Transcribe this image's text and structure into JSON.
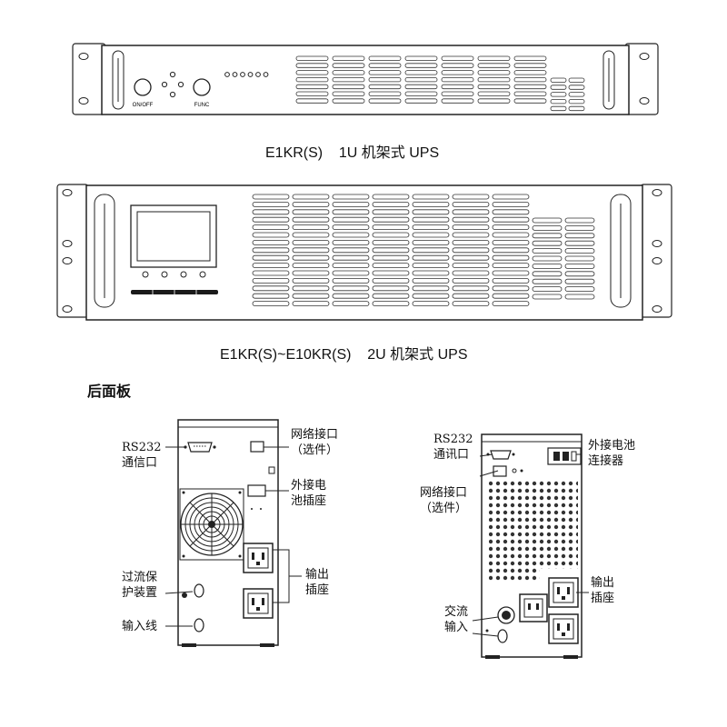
{
  "rack_1u": {
    "caption": "E1KR(S)    1U 机架式 UPS",
    "onoff_label": "ON/OFF",
    "func_label": "FUNC",
    "led_count": 6
  },
  "rack_2u": {
    "caption": "E1KR(S)~E10KR(S)    2U 机架式 UPS"
  },
  "rear_panel": {
    "title": "后面板"
  },
  "left_unit": {
    "rs232": [
      "RS232",
      "通信口"
    ],
    "network": [
      "网络接口",
      "（选件）"
    ],
    "battery": [
      "外接电",
      "池插座"
    ],
    "overcurrent": [
      "过流保",
      "护装置"
    ],
    "output": [
      "输出",
      "插座"
    ],
    "input_line": "输入线"
  },
  "right_unit": {
    "rs232": [
      "RS232",
      "通讯口"
    ],
    "battery": [
      "外接电池",
      "连接器"
    ],
    "network": [
      "网络接口",
      "（选件）"
    ],
    "output": [
      "输出",
      "插座"
    ],
    "ac_input": [
      "交流",
      "输入"
    ]
  }
}
